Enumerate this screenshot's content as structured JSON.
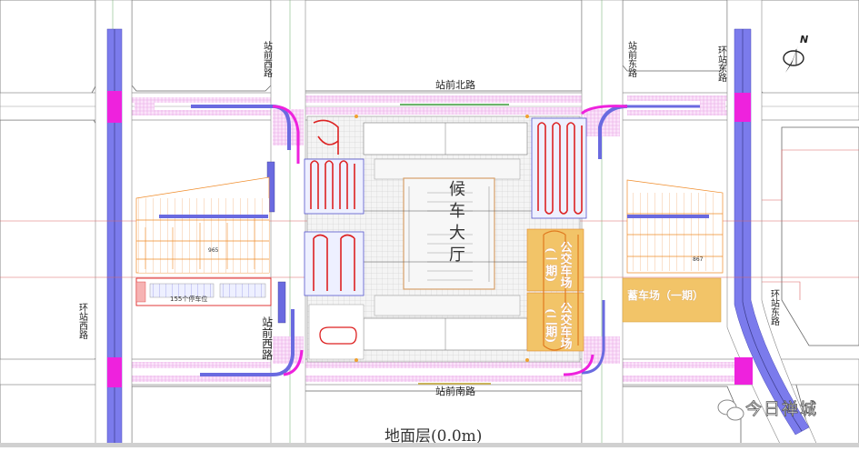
{
  "diagram": {
    "floor_title": "地面层(0.0m)",
    "north_arrow": {
      "label": "N"
    },
    "roads": {
      "north": "站前北路",
      "south": "站前南路",
      "west_outer": "环站西路",
      "east_outer": "环站东路",
      "west_inner_top": "站前西路",
      "west_inner_bottom": "站前西路",
      "east_inner_top": "站前东路",
      "east_outer_top": "环站东路"
    },
    "buildings": {
      "waiting_hall": "候车大厅",
      "bus_yard_1": "公交车场(一期)",
      "bus_yard_2": "公交车场(二期)",
      "storage_yard": "蓄车场（一期）",
      "west_parking_caption": "155个停车位",
      "west_parking_count": "965",
      "east_parking_count": "867"
    },
    "colors": {
      "brt_lane": "#7777ee",
      "brt_crossing": "#ee11dd",
      "bus_yard": "#f2c468",
      "parking_orange": "#f08c2a",
      "route_red": "#dd2222",
      "sidewalk_pink": "#f3c8f0",
      "road_line": "#888888"
    },
    "watermark": {
      "text": "今日禅城"
    }
  }
}
